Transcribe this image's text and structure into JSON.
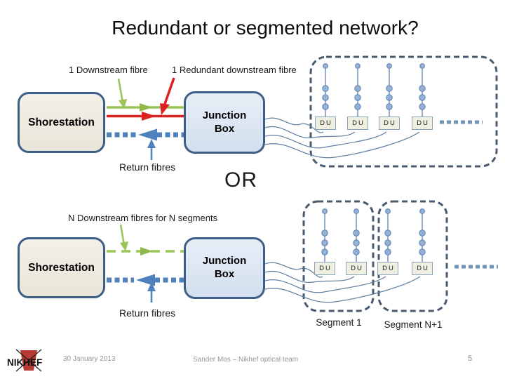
{
  "slide": {
    "title": "Redundant or segmented network?",
    "or_label": "OR",
    "date": "30 January 2013",
    "credit": "Sander Mos – Nikhef optical team",
    "page_number": "5"
  },
  "top_diagram": {
    "downstream_label": "1 Downstream fibre",
    "redundant_label": "1 Redundant downstream fibre",
    "shorestation_label": "Shorestation",
    "junction_box_label": "Junction Box",
    "return_fibres_label": "Return fibres"
  },
  "bottom_diagram": {
    "downstream_label": "N Downstream fibres for N segments",
    "shorestation_label": "Shorestation",
    "junction_box_label": "Junction Box",
    "return_fibres_label": "Return fibres",
    "segment1_label": "Segment 1",
    "segment2_label": "Segment N+1"
  },
  "labels": {
    "du": "DU"
  },
  "logo": {
    "part1": "NI",
    "part2": "KH",
    "part3": "EF"
  },
  "colors": {
    "downstream_green": "#9BC355",
    "redundant_red": "#DC2121",
    "return_blue": "#4F81BD",
    "box_border_blue": "#3D5F87",
    "dashed_container": "#4A5B70",
    "shorestation_fill": "#EEECE1",
    "junction_fill": "#DCE6F1",
    "du_fill": "#EFF0E1",
    "string_dot_fill": "#94B2D6",
    "footer_gray": "#949494"
  }
}
